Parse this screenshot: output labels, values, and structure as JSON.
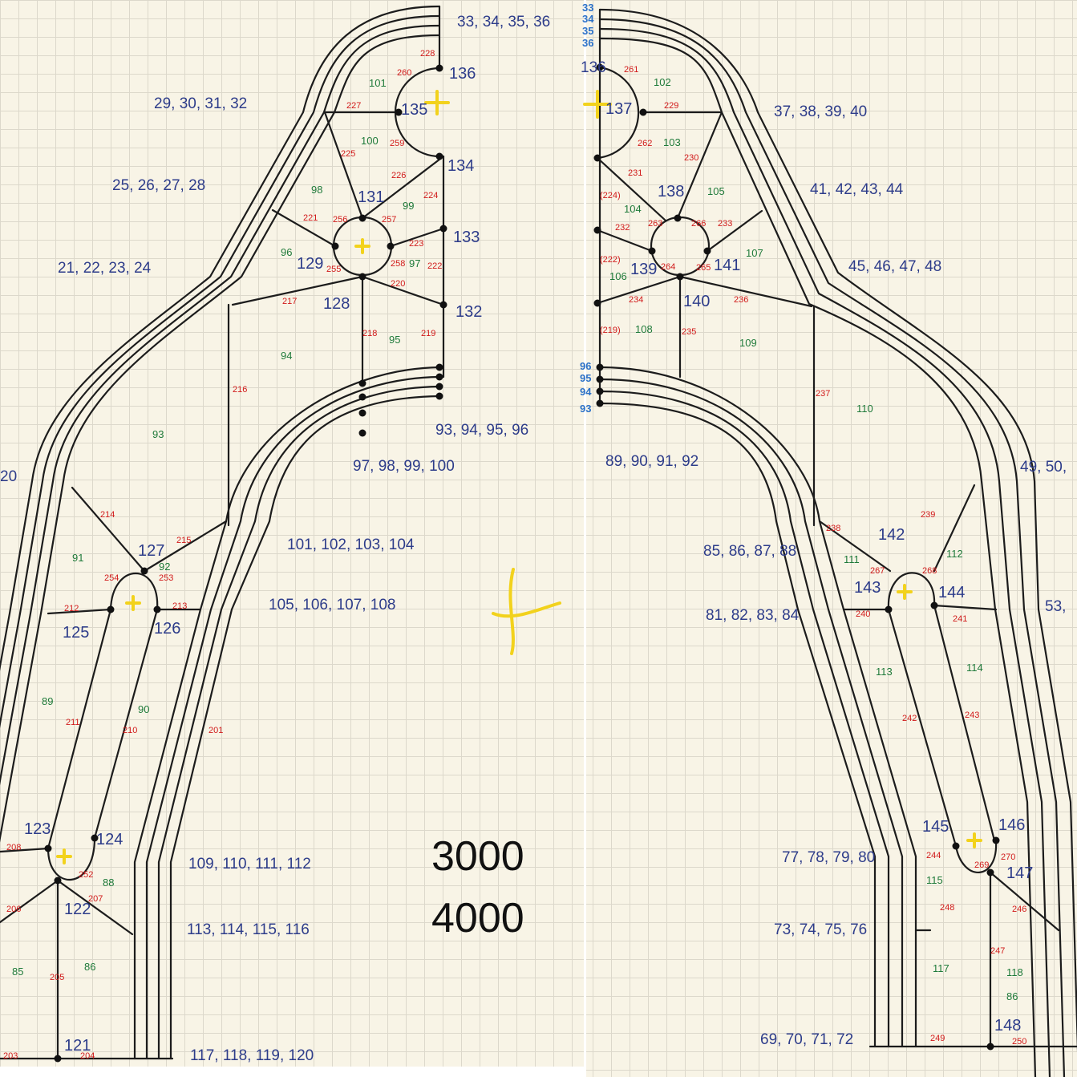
{
  "left": {
    "groups": [
      "33, 34, 35, 36",
      "29, 30, 31, 32",
      "25, 26, 27, 28",
      "21, 22, 23, 24",
      "20",
      "101, 102, 103, 104",
      "105, 106, 107, 108",
      "97, 98, 99, 100",
      "93, 94, 95, 96",
      "109, 110, 111, 112",
      "113, 114, 115, 116",
      "117, 118, 119, 120"
    ],
    "nodes": [
      "136",
      "135",
      "134",
      "133",
      "132",
      "131",
      "129",
      "128",
      "127",
      "126",
      "125",
      "123",
      "124",
      "122",
      "121"
    ],
    "regions": [
      "101",
      "100",
      "98",
      "99",
      "96",
      "97",
      "95",
      "94",
      "93",
      "91",
      "92",
      "89",
      "90",
      "88",
      "86",
      "85"
    ],
    "edges": [
      "227",
      "225",
      "226",
      "224",
      "221",
      "256",
      "257",
      "223",
      "258",
      "222",
      "220",
      "217",
      "218",
      "219",
      "216",
      "214",
      "215",
      "254",
      "253",
      "212",
      "213",
      "211",
      "210",
      "252",
      "207",
      "206",
      "208",
      "205",
      "204",
      "203",
      "228",
      "260",
      "259",
      "255",
      "201"
    ]
  },
  "right": {
    "groups": [
      "37, 38, 39, 40",
      "41, 42, 43, 44",
      "45, 46, 47, 48",
      "49, 50,",
      "53,",
      "85, 86, 87, 88",
      "81, 82, 83, 84",
      "89, 90, 91, 92",
      "77, 78, 79, 80",
      "73, 74, 75, 76",
      "69, 70, 71, 72",
      "96",
      "95",
      "94",
      "93",
      "33",
      "34",
      "35",
      "36",
      "136"
    ],
    "nodes": [
      "137",
      "138",
      "139",
      "141",
      "140",
      "142",
      "143",
      "144",
      "145",
      "146",
      "147",
      "148"
    ],
    "regions": [
      "102",
      "103",
      "105",
      "104",
      "107",
      "106",
      "108",
      "109",
      "110",
      "111",
      "112",
      "113",
      "114",
      "115",
      "117",
      "118",
      "86"
    ],
    "edges": [
      "229",
      "262",
      "230",
      "231",
      "(224)",
      "232",
      "263",
      "266",
      "233",
      "(222)",
      "264",
      "265",
      "234",
      "236",
      "(219)",
      "235",
      "237",
      "238",
      "239",
      "267",
      "268",
      "240",
      "241",
      "242",
      "243",
      "269",
      "270",
      "244",
      "248",
      "246",
      "247",
      "249",
      "250",
      "261"
    ]
  },
  "notes": [
    "3000",
    "4000"
  ],
  "colors": {
    "paper": "#f8f4e6",
    "grid": "#dcd8cb",
    "ink": "#1c1c1c",
    "blue": "#2d3c8a",
    "green": "#1f7a3a",
    "red": "#d11a1a",
    "yellow": "#f2d21c"
  }
}
